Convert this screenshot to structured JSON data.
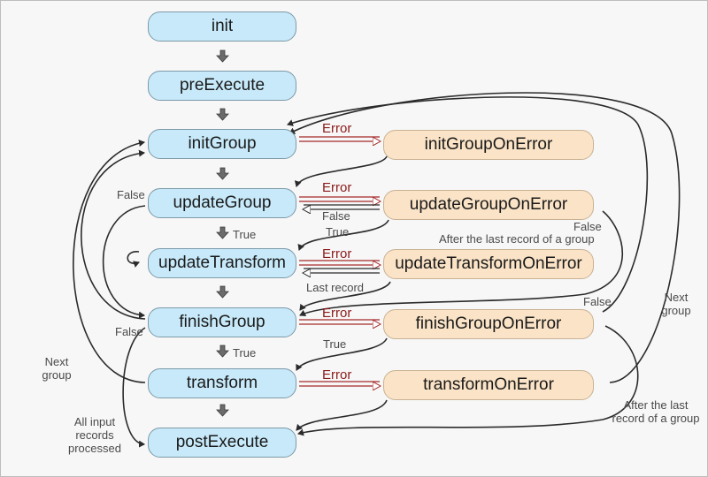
{
  "nodes": {
    "init": "init",
    "preExecute": "preExecute",
    "initGroup": "initGroup",
    "updateGroup": "updateGroup",
    "updateTransform": "updateTransform",
    "finishGroup": "finishGroup",
    "transform": "transform",
    "postExecute": "postExecute"
  },
  "error_nodes": {
    "initGroupOnError": "initGroupOnError",
    "updateGroupOnError": "updateGroupOnError",
    "updateTransformOnError": "updateTransformOnError",
    "finishGroupOnError": "finishGroupOnError",
    "transformOnError": "transformOnError"
  },
  "edge_labels": {
    "error": "Error",
    "true": "True",
    "false": "False",
    "last_record": "Last record",
    "after_last_record_group": "After the last record of a group",
    "after_the_last": "After the last",
    "record_of_a_group": "record of a group",
    "next": "Next",
    "group": "group",
    "all_input": "All input",
    "records": "records",
    "processed": "processed"
  },
  "colors": {
    "main_node_fill": "#c7e9f9",
    "error_node_fill": "#fae3c6",
    "error_arrow": "#a52a2a",
    "connector": "#2b2b2b"
  }
}
